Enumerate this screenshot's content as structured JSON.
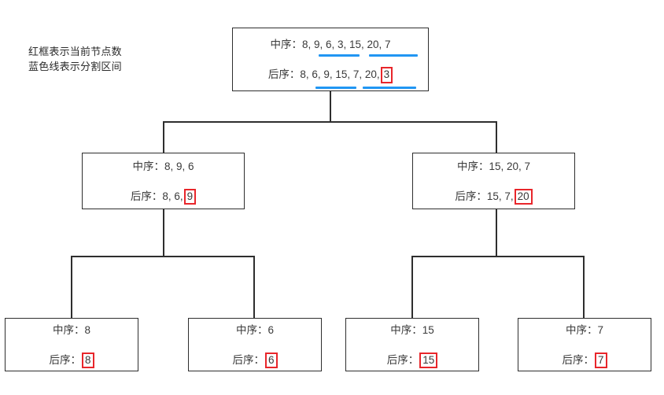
{
  "legend": {
    "line1": "红框表示当前节点数",
    "line2": "蓝色线表示分割区间"
  },
  "labels": {
    "inorder": "中序：",
    "postorder": "后序："
  },
  "colors": {
    "highlight_box": "#e8262b",
    "split_underline": "#2196f3",
    "box_border": "#2e2e2e",
    "text": "#3a3a3a",
    "background": "#ffffff"
  },
  "tree": {
    "root": {
      "inorder_text": "8, 9, 6, 3, 15, 20, 7",
      "postorder_text": "8, 6, 9, 15, 7, 20,",
      "postorder_mark": "3",
      "inorder": [
        8,
        9,
        6,
        3,
        15,
        20,
        7
      ],
      "postorder": [
        8,
        6,
        9,
        15,
        7,
        20,
        3
      ],
      "root_value": 3
    },
    "left": {
      "inorder_text": "8, 9, 6",
      "postorder_text": "8, 6,",
      "postorder_mark": "9",
      "inorder": [
        8,
        9,
        6
      ],
      "postorder": [
        8,
        6,
        9
      ],
      "root_value": 9
    },
    "right": {
      "inorder_text": "15, 20, 7",
      "postorder_text": "15, 7,",
      "postorder_mark": "20",
      "inorder": [
        15,
        20,
        7
      ],
      "postorder": [
        15,
        7,
        20
      ],
      "root_value": 20
    },
    "leaf1": {
      "inorder_text": "8",
      "postorder_text": "",
      "postorder_mark": "8",
      "inorder": [
        8
      ],
      "postorder": [
        8
      ],
      "root_value": 8
    },
    "leaf2": {
      "inorder_text": "6",
      "postorder_text": "",
      "postorder_mark": "6",
      "inorder": [
        6
      ],
      "postorder": [
        6
      ],
      "root_value": 6
    },
    "leaf3": {
      "inorder_text": "15",
      "postorder_text": "",
      "postorder_mark": "15",
      "inorder": [
        15
      ],
      "postorder": [
        15
      ],
      "root_value": 15
    },
    "leaf4": {
      "inorder_text": "7",
      "postorder_text": "",
      "postorder_mark": "7",
      "inorder": [
        7
      ],
      "postorder": [
        7
      ],
      "root_value": 7
    }
  }
}
